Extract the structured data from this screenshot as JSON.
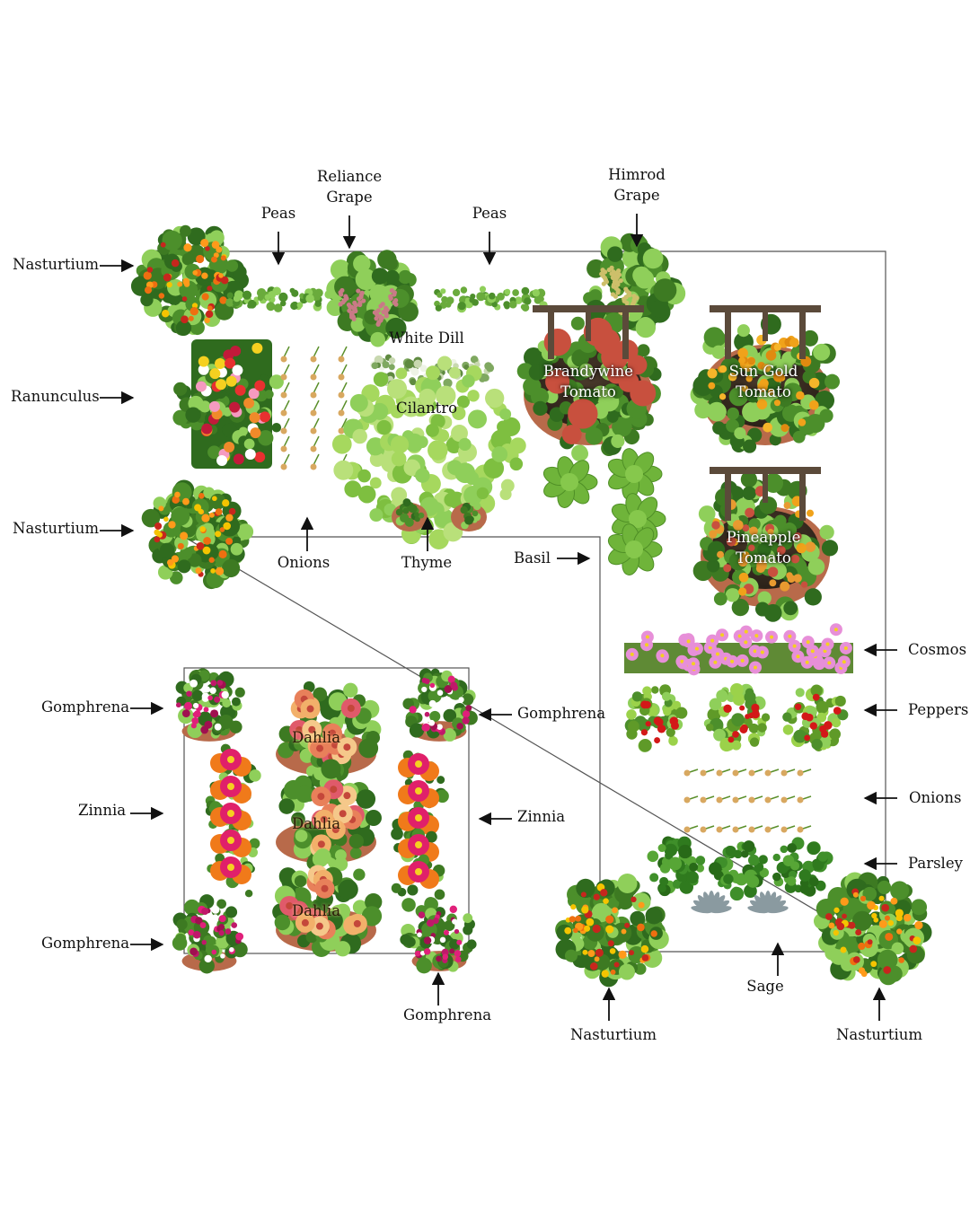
{
  "colors": {
    "outline": "#555555",
    "leaf_dark": "#2f6b1e",
    "leaf": "#4c8f2b",
    "leaf_light": "#8fcf5a",
    "nasturtium_orange": "#ee6f10",
    "nasturtium_yellow": "#f5c400",
    "nasturtium_red": "#c7261d",
    "grape_pink": "#c97a86",
    "grape_green": "#cdbf6a",
    "tomato_red": "#c8503e",
    "tomato_gold": "#f0a21a",
    "pot": "#b86a4a",
    "trellis": "#5b4a3a",
    "cosmos": "#e78fd8",
    "pepper_red": "#d31818",
    "gomphrena": "#c0186a",
    "zinnia_pink": "#e0206a",
    "zinnia_orange": "#f07a1a",
    "dahlia": "#e8805a",
    "sage": "#8a9aa0"
  },
  "labels": {
    "nasturtium_top_left": "Nasturtium",
    "ranunculus": "Ranunculus",
    "nasturtium_mid_left": "Nasturtium",
    "peas_left": "Peas",
    "reliance_grape": "Reliance\nGrape",
    "peas_right": "Peas",
    "himrod_grape": "Himrod\nGrape",
    "white_dill": "White Dill",
    "cilantro": "Cilantro",
    "onions_top": "Onions",
    "thyme": "Thyme",
    "basil": "Basil",
    "brandywine_tomato": "Brandywine\nTomato",
    "sun_gold_tomato": "Sun Gold\nTomato",
    "pineapple_tomato": "Pineapple\nTomato",
    "cosmos": "Cosmos",
    "peppers": "Peppers",
    "onions_right": "Onions",
    "parsley": "Parsley",
    "sage": "Sage",
    "nasturtium_bottom_mid": "Nasturtium",
    "nasturtium_bottom_right": "Nasturtium",
    "gomphrena_top_left": "Gomphrena",
    "gomphrena_top_right": "Gomphrena",
    "zinnia_left": "Zinnia",
    "zinnia_right": "Zinnia",
    "gomphrena_bottom_left": "Gomphrena",
    "gomphrena_bottom_right": "Gomphrena",
    "dahlia_1": "Dahlia",
    "dahlia_2": "Dahlia",
    "dahlia_3": "Dahlia"
  },
  "icons": {
    "arrow": "arrow-icon",
    "nasturtium": "nasturtium-icon",
    "grape": "grape-vine-icon",
    "pea": "pea-plant-icon",
    "tomato": "tomato-plant-icon",
    "basil": "basil-icon",
    "cosmos": "cosmos-icon",
    "pepper": "pepper-plant-icon",
    "onion": "onion-icon",
    "parsley": "parsley-icon",
    "sage": "sage-icon",
    "gomphrena": "gomphrena-icon",
    "zinnia": "zinnia-icon",
    "dahlia": "dahlia-icon",
    "dill": "dill-icon",
    "cilantro": "cilantro-icon",
    "thyme": "thyme-icon",
    "ranunculus": "ranunculus-icon"
  }
}
